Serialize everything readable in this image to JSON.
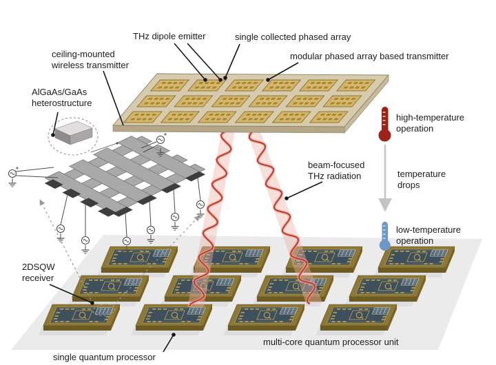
{
  "labels": {
    "thz_dipole_emitter": "THz dipole emitter",
    "single_collected_phased_array": "single collected phased array",
    "ceiling_mounted_wireless_transmitter": [
      "ceiling-mounted",
      "wireless transmitter"
    ],
    "modular_phased_array_based_transmitter": "modular phased array based transmitter",
    "algaas_gaas_heterostructure": [
      "AlGaAs/GaAs",
      "heterostructure"
    ],
    "beam_focused_thz_radiation": [
      "beam-focused",
      "THz radiation"
    ],
    "high_temperature_operation": [
      "high-temperature",
      "operation"
    ],
    "temperature_drops": [
      "temperature",
      "drops"
    ],
    "low_temperature_operation": [
      "low-temperature",
      "operation"
    ],
    "receiver_2dsqw": [
      "2DSQW",
      "receiver"
    ],
    "single_quantum_processor": "single quantum processor",
    "multi_core_quantum_processor_unit": "multi-core quantum processor unit"
  },
  "icons": {
    "high_temp_thermometer": "thermometer-red-icon",
    "temperature_drop_arrow": "gray-down-arrow-icon",
    "low_temp_thermometer": "thermometer-blue-icon"
  },
  "colors": {
    "transmitter_board": "#d7cbad",
    "transmitter_board_front": "#b3a788",
    "transmitter_board_side": "#c8bb9b",
    "module_gold": "#d2b269",
    "module_border": "#7c611c",
    "emitter_gold": "#a8862c",
    "emitter_outline": "#ecd9a0",
    "beam_red": "#bf3a2b",
    "beam_glow": "#e9a89b",
    "beam_band": "#efb3a7",
    "chip_substrate": "#8d7836",
    "chip_substrate_front": "#6d5b24",
    "chip_substrate_side": "#7a6527",
    "chip_pcb": "#3e505c",
    "chip_trace": "#c7a54b",
    "chip_hatch": "#c2cbd0",
    "chip_shadow": "#dcdcde",
    "platform_gray": "#ebebec",
    "mesh_gray": "#a9a9a9",
    "mesh_outline": "#787878",
    "mesh_pad": "#3d3d3d",
    "schematic_wire": "#4a4a4a",
    "dashed_gray": "#9a9a9a",
    "thermo_hot": "#9d2217",
    "thermo_cold": "#6d98c6",
    "arrow_gray": "#c4c4c6",
    "pointer_black": "#161616",
    "label_text": "#1c1c1c"
  },
  "layout_counts": {
    "transmitter_modules": {
      "rows": 3,
      "cols": 6
    },
    "emitter_pairs_per_module": 4,
    "processor_chips": {
      "rows": 3,
      "cols": 4
    },
    "mesh_bars": {
      "set_a": 4,
      "set_b": 4
    }
  }
}
